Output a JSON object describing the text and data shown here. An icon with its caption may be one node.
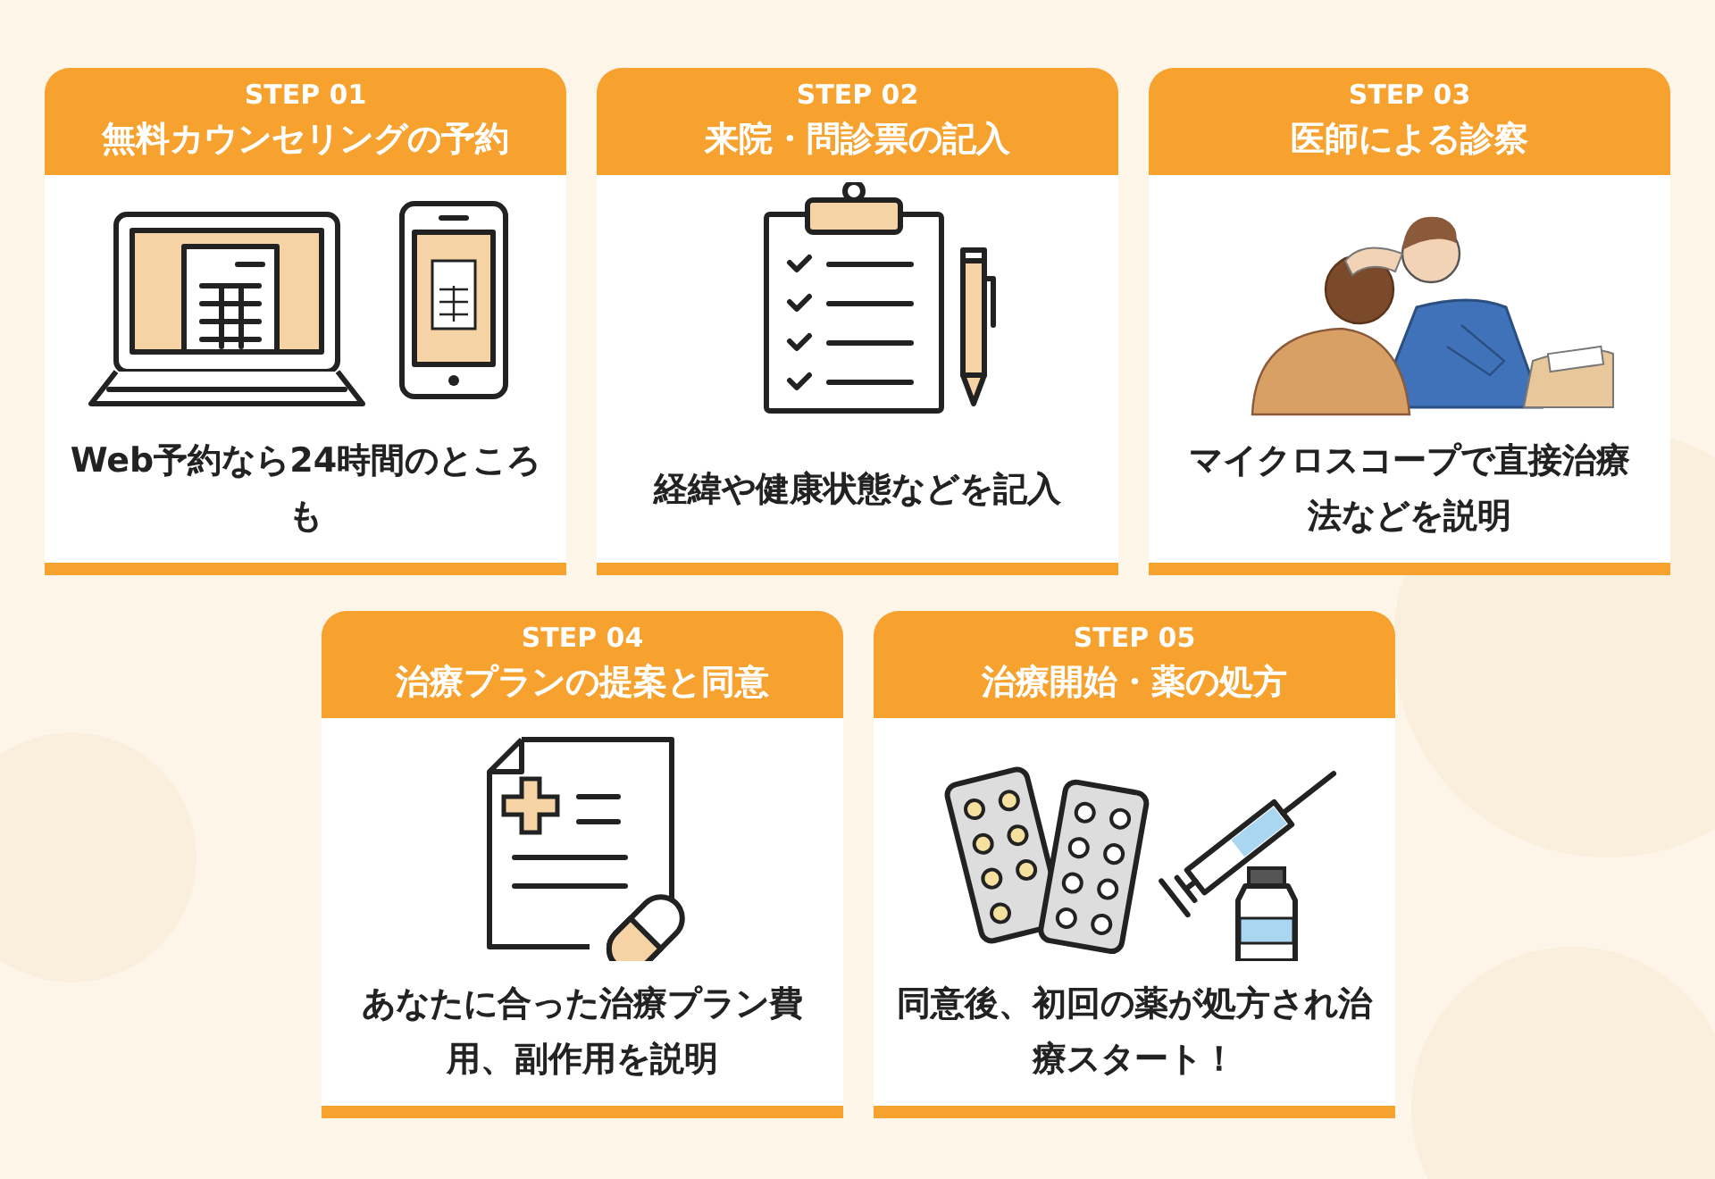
{
  "diagram": {
    "nodes": [
      {
        "text": [
          "STEP 01",
          "無料カウンセリングの予約",
          "Web予約なら24時間のところも"
        ]
      },
      {
        "text": [
          "STEP 02",
          "来院・問診票の記入",
          "経緯や健康状態などを記入"
        ]
      },
      {
        "text": [
          "STEP 03",
          "医師による診察",
          "マイクロスコープで直接治療法などを説明"
        ]
      },
      {
        "text": [
          "STEP 04",
          "治療プランの提案と同意",
          "あなたに合った治療プラン費用、副作用を説明"
        ]
      },
      {
        "text": [
          "STEP 05",
          "治療開始・薬の処方",
          "同意後、初回の薬が処方され治療スタート！"
        ]
      }
    ]
  }
}
